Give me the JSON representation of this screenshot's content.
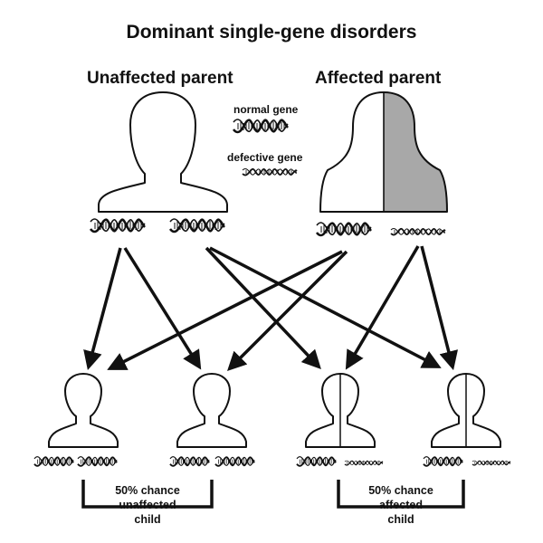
{
  "diagram": {
    "title": "Dominant single-gene disorders",
    "parents": {
      "unaffected_label": "Unaffected parent",
      "affected_label": "Affected parent"
    },
    "legend": {
      "normal_gene": "normal gene",
      "defective_gene": "defective gene"
    },
    "outcomes": {
      "unaffected": [
        "50% chance",
        "unaffected",
        "child"
      ],
      "affected": [
        "50% chance",
        "affected",
        "child"
      ]
    },
    "colors": {
      "affected_fill": "#a8a8a8",
      "line": "#111111",
      "background": "#ffffff"
    }
  }
}
